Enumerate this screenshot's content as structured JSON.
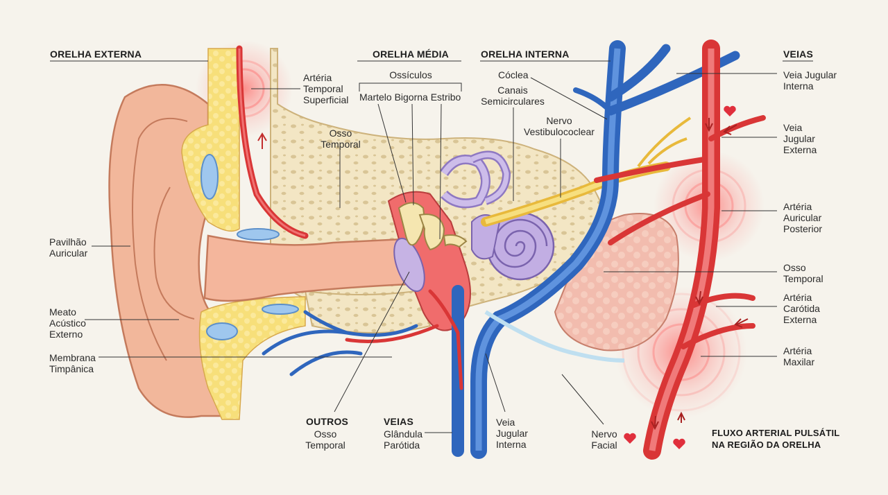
{
  "sections": {
    "external": "ORELHA EXTERNA",
    "middle": "ORELHA MÉDIA",
    "inner": "ORELHA INTERNA",
    "veins": "VEIAS",
    "others": "OUTROS",
    "veins_bottom": "VEIAS"
  },
  "labels": {
    "pinna": "Pavilhão\nAuricular",
    "canal": "Meato\nAcústico\nExterno",
    "eardrum": "Membrana\nTimpânica",
    "sup_temporal_artery": "Artéria\nTemporal\nSuperficial",
    "temporal_bone_top": "Osso\nTemporal",
    "ossicles": "Ossículos",
    "ossicle_names": "Martelo Bigorna Estribo",
    "cochlea": "Cóclea",
    "semicircular": "Canais\nSemicirculares",
    "vestibulocochlear": "Nervo\nVestibulococlear",
    "ij_vein_right": "Veia Jugular\nInterna",
    "ext_jugular": "Veia\nJugular\nExterna",
    "post_auricular": "Artéria\nAuricular\nPosterior",
    "temporal_bone_right": "Osso\nTemporal",
    "ext_carotid": "Artéria\nCarótida\nExterna",
    "maxillary": "Artéria\nMaxilar",
    "temporal_bone_bottom": "Osso\nTemporal",
    "parotid": "Glândula\nParótida",
    "ij_vein_bottom": "Veia\nJugular\nInterna",
    "facial_nerve": "Nervo\nFacial"
  },
  "caption": "FLUXO ARTERIAL PULSÁTIL\nNA REGIÃO DA ORELHA",
  "colors": {
    "artery": "#e0403f",
    "vein": "#3b73c8",
    "nerve": "#f2cf58",
    "bone": "#f2e4bf",
    "skin": "#f1b79c",
    "cochlea": "#b9a6d9",
    "parotid": "#f2b9ac",
    "pulse": "#ff4a4a"
  }
}
